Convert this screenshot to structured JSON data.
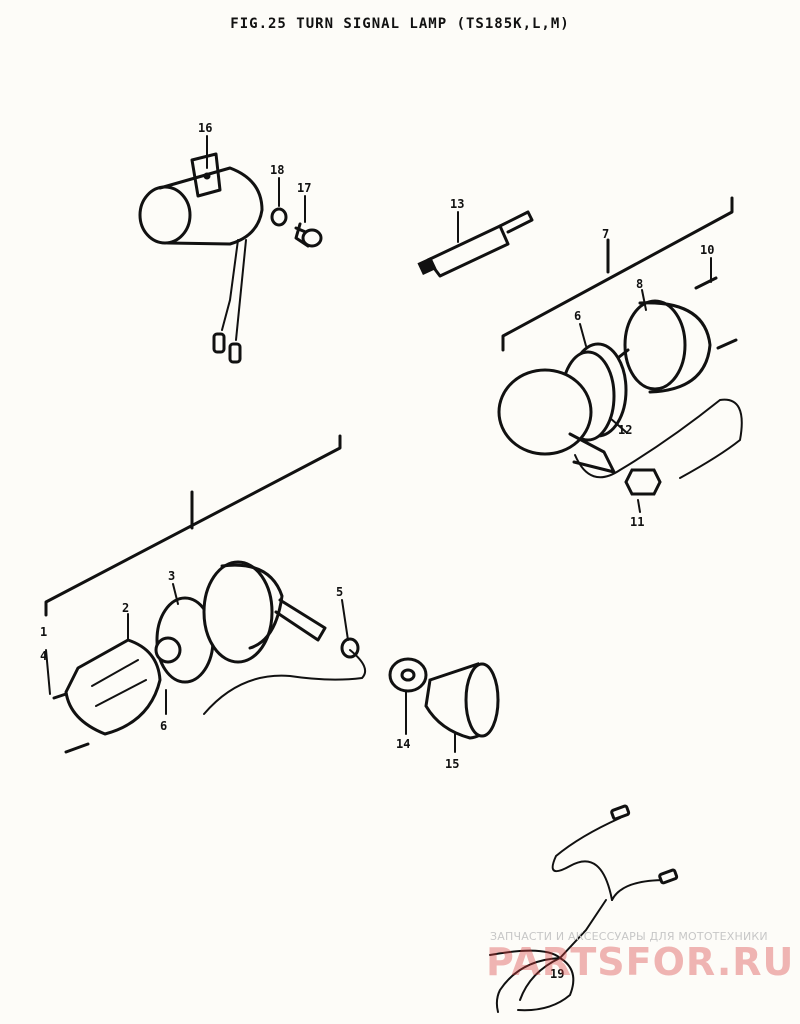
{
  "title": "FIG.25  TURN SIGNAL LAMP (TS185K,L,M)",
  "callouts": [
    {
      "id": "c1",
      "text": "1"
    },
    {
      "id": "c2",
      "text": "2"
    },
    {
      "id": "c3",
      "text": "3"
    },
    {
      "id": "c4",
      "text": "4"
    },
    {
      "id": "c5",
      "text": "5"
    },
    {
      "id": "c6",
      "text": "6"
    },
    {
      "id": "c7",
      "text": "7"
    },
    {
      "id": "c8",
      "text": "8"
    },
    {
      "id": "c9",
      "text": "6"
    },
    {
      "id": "c10",
      "text": "10"
    },
    {
      "id": "c11",
      "text": "11"
    },
    {
      "id": "c12",
      "text": "12"
    },
    {
      "id": "c13",
      "text": "13"
    },
    {
      "id": "c14",
      "text": "14"
    },
    {
      "id": "c15",
      "text": "15"
    },
    {
      "id": "c16",
      "text": "16"
    },
    {
      "id": "c17",
      "text": "17"
    },
    {
      "id": "c18",
      "text": "18"
    },
    {
      "id": "c19",
      "text": "19"
    }
  ],
  "watermark": {
    "tagline": "ЗАПЧАСТИ И АКСЕССУАРЫ ДЛЯ МОТОТЕХНИКИ",
    "brand": "PARTSFOR.RU",
    "color": "#d84040"
  }
}
